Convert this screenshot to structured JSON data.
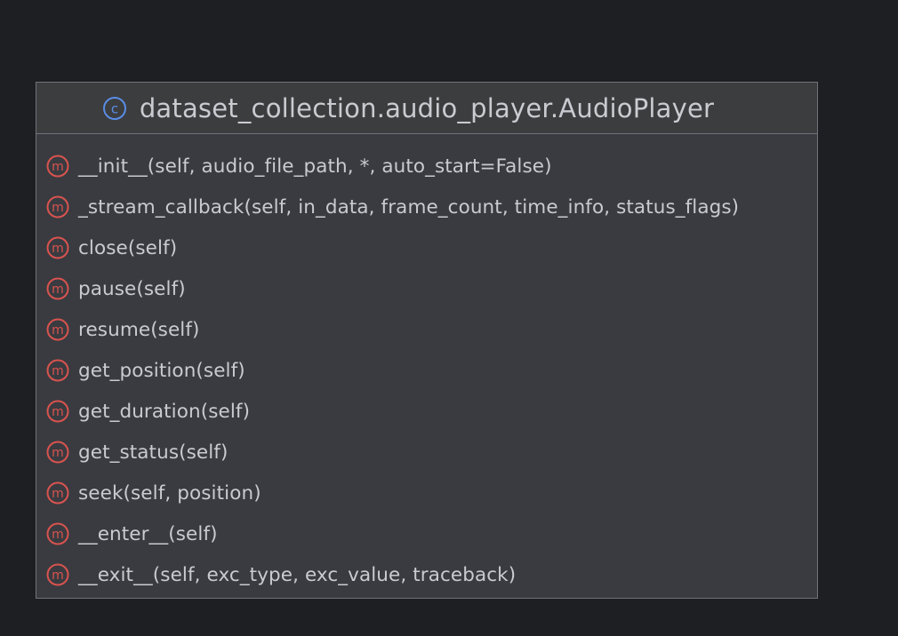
{
  "diagram": {
    "class_name": "dataset_collection.audio_player.AudioPlayer",
    "class_icon": "class-icon",
    "method_icon": "method-icon",
    "colors": {
      "background": "#1e1f22",
      "box": "#393b40",
      "border": "#6f737a",
      "text": "#c9cbd0",
      "class_icon": "#5a8de6",
      "method_icon": "#d9534f"
    },
    "methods": [
      "__init__(self, audio_file_path, *, auto_start=False)",
      "_stream_callback(self, in_data, frame_count, time_info, status_flags)",
      "close(self)",
      "pause(self)",
      "resume(self)",
      "get_position(self)",
      "get_duration(self)",
      "get_status(self)",
      "seek(self, position)",
      "__enter__(self)",
      "__exit__(self, exc_type, exc_value, traceback)"
    ]
  }
}
